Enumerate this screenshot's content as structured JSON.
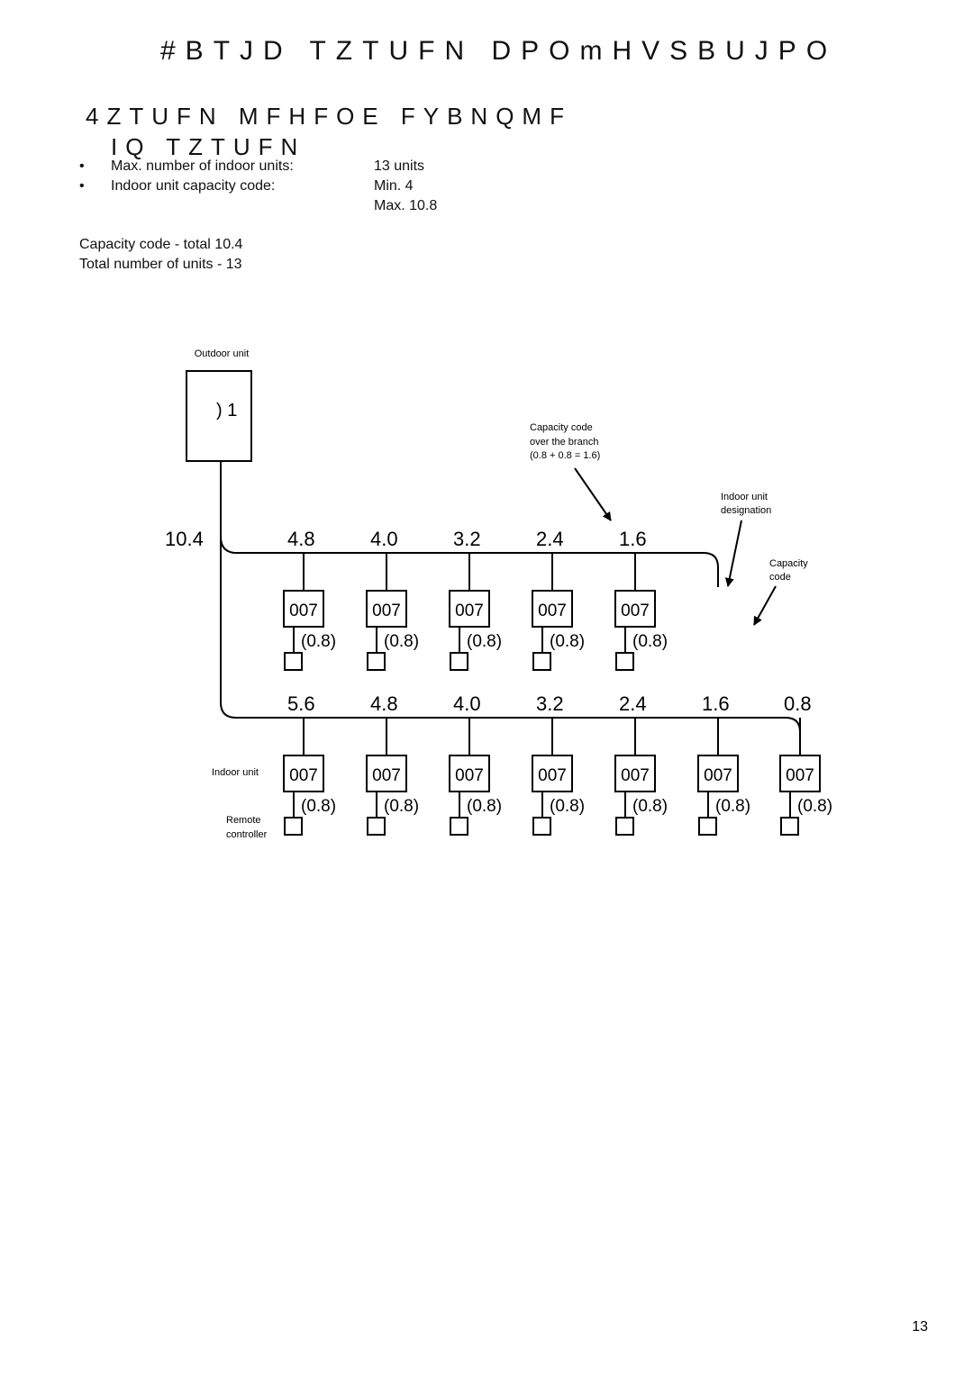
{
  "header": {
    "title": "#BTJD TZTUFN DPOmHVSBUJPO",
    "subtitle_line1": "4ZTUFN MFHFOE FYBNQMF",
    "subtitle_line2": "IQ TZTUFN"
  },
  "specs": [
    {
      "label": "Max. number of indoor units:",
      "value": "13 units"
    },
    {
      "label": "Indoor unit capacity code:",
      "value": "Min. 4"
    },
    {
      "label": "",
      "value": "Max. 10.8"
    }
  ],
  "bullet": "•",
  "summary": {
    "line1": "Capacity code - total 10.4",
    "line2": "Total number of units - 13"
  },
  "diagram": {
    "outdoor_label": "Outdoor unit",
    "outdoor_text": ") 1",
    "main_code": "10.4",
    "row1_codes": [
      "4.8",
      "4.0",
      "3.2",
      "2.4",
      "1.6"
    ],
    "row2_codes": [
      "5.6",
      "4.8",
      "4.0",
      "3.2",
      "2.4",
      "1.6",
      "0.8"
    ],
    "unit_designation": "007",
    "unit_capacity": "(0.8)",
    "annotations": {
      "branch_line1": "Capacity code",
      "branch_line2": "over the branch",
      "branch_line3": "(0.8 + 0.8 = 1.6)",
      "designation_line1": "Indoor unit",
      "designation_line2": "designation",
      "capacity_line1": "Capacity",
      "capacity_line2": "code",
      "indoor_unit": "Indoor unit",
      "remote_line1": "Remote",
      "remote_line2": "controller"
    }
  },
  "page_number": "13"
}
